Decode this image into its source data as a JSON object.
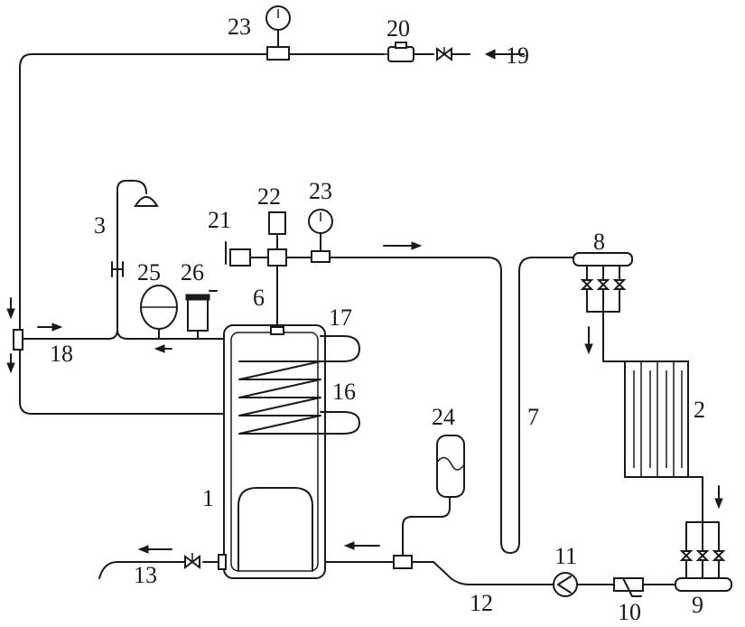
{
  "labels": {
    "n1": "1",
    "n2": "2",
    "n3": "3",
    "n6": "6",
    "n7": "7",
    "n8": "8",
    "n9": "9",
    "n10": "10",
    "n11": "11",
    "n12": "12",
    "n13": "13",
    "n16": "16",
    "n17": "17",
    "n18": "18",
    "n19": "19",
    "n20": "20",
    "n21": "21",
    "n22": "22",
    "n23a": "23",
    "n23b": "23",
    "n24": "24",
    "n25": "25",
    "n26": "26"
  },
  "icons": [
    "pressure-gauge-icon",
    "water-meter-icon",
    "valve-icon",
    "pump-icon",
    "filter-icon",
    "shower-head-icon",
    "expansion-tank-icon",
    "flow-arrow-icon"
  ]
}
